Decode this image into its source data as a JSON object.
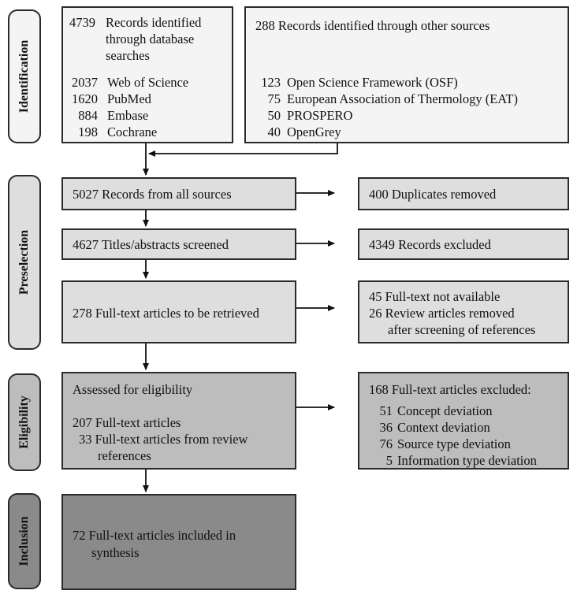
{
  "phases": {
    "identification": "Identification",
    "preselection": "Preselection",
    "eligibility": "Eligibility",
    "inclusion": "Inclusion"
  },
  "db_box": {
    "title_num": "4739",
    "title_line1": "Records identified",
    "title_line2": "through database",
    "title_line3": "searches",
    "sources": [
      {
        "num": "2037",
        "name": "Web of Science"
      },
      {
        "num": "1620",
        "name": "PubMed"
      },
      {
        "num": "884",
        "name": "Embase"
      },
      {
        "num": "198",
        "name": "Cochrane"
      }
    ]
  },
  "other_box": {
    "title": "288 Records identified through other sources",
    "sources": [
      {
        "num": "123",
        "name": "Open Science Framework (OSF)"
      },
      {
        "num": "75",
        "name": "European Association of Thermology (EAT)"
      },
      {
        "num": "50",
        "name": "PROSPERO"
      },
      {
        "num": "40",
        "name": "OpenGrey"
      }
    ]
  },
  "all_sources": "5027 Records from all sources",
  "duplicates": "400 Duplicates removed",
  "screened": "4627 Titles/abstracts screened",
  "excluded_records": "4349 Records excluded",
  "retrieved": "278 Full-text articles to be retrieved",
  "not_retrieved": {
    "line1": "45 Full-text not available",
    "line2": "26 Review articles removed",
    "line3": "after screening of references"
  },
  "eligibility_box": {
    "title": "Assessed for eligibility",
    "line1": "207 Full-text articles",
    "line2": "33 Full-text articles from review",
    "line3": "references"
  },
  "excluded_fulltext": {
    "title": "168 Full-text articles excluded:",
    "reasons": [
      {
        "num": "51",
        "name": "Concept deviation"
      },
      {
        "num": "36",
        "name": "Context deviation"
      },
      {
        "num": "76",
        "name": "Source type deviation"
      },
      {
        "num": "5",
        "name": "Information type deviation"
      }
    ]
  },
  "included": {
    "line1": "72 Full-text articles included in",
    "line2": "synthesis"
  },
  "colors": {
    "identification": "#f4f4f4",
    "preselection": "#dedede",
    "eligibility": "#bdbdbd",
    "inclusion": "#8a8a8a"
  }
}
